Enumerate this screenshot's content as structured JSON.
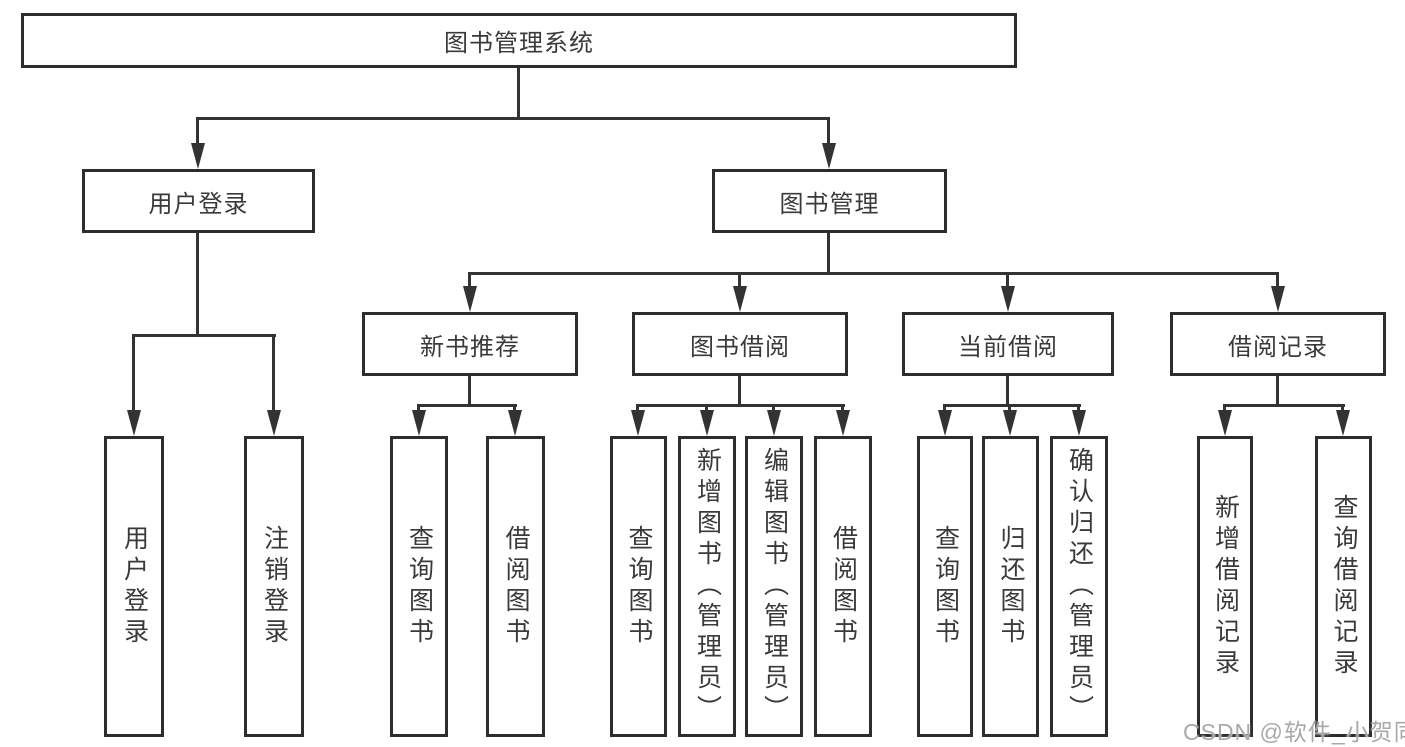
{
  "tree": {
    "label": "图书管理系统",
    "children": [
      {
        "label": "用户登录",
        "children": [
          {
            "label": "用户登录"
          },
          {
            "label": "注销登录"
          }
        ]
      },
      {
        "label": "图书管理",
        "children": [
          {
            "label": "新书推荐",
            "children": [
              {
                "label": "查询图书"
              },
              {
                "label": "借阅图书"
              }
            ]
          },
          {
            "label": "图书借阅",
            "children": [
              {
                "label": "查询图书"
              },
              {
                "label": "新增图书（管理员）"
              },
              {
                "label": "编辑图书（管理员）"
              },
              {
                "label": "借阅图书"
              }
            ]
          },
          {
            "label": "当前借阅",
            "children": [
              {
                "label": "查询图书"
              },
              {
                "label": "归还图书"
              },
              {
                "label": "确认归还（管理员）"
              }
            ]
          },
          {
            "label": "借阅记录",
            "children": [
              {
                "label": "新增借阅记录"
              },
              {
                "label": "查询借阅记录"
              }
            ]
          }
        ]
      }
    ]
  },
  "watermark": "CSDN @软件_小贺同学",
  "colors": {
    "line": "#333333",
    "box_border": "#2d2d2d",
    "text": "#3a3a3a",
    "background": "#ffffff",
    "watermark": "#a9a9a9"
  }
}
